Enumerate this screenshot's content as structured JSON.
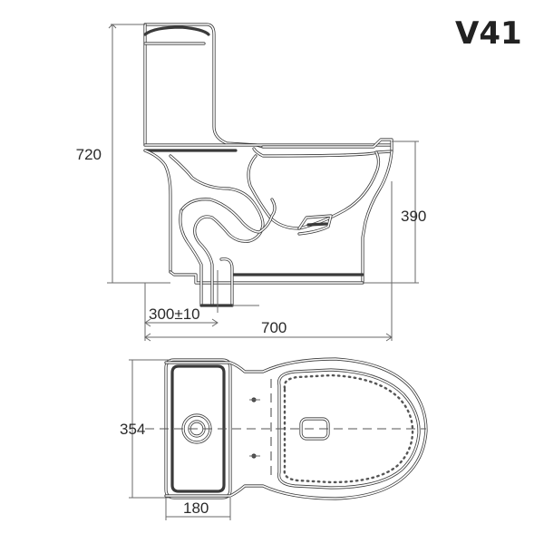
{
  "model": "V41",
  "dimensions": {
    "total_height": "720",
    "bowl_height": "390",
    "rough_in": "300±10",
    "total_length": "700",
    "tank_width": "354",
    "tank_depth": "180"
  },
  "colors": {
    "line": "#3a3a3a",
    "dimension_line": "#6a6a6a",
    "text": "#2a2a2a"
  }
}
